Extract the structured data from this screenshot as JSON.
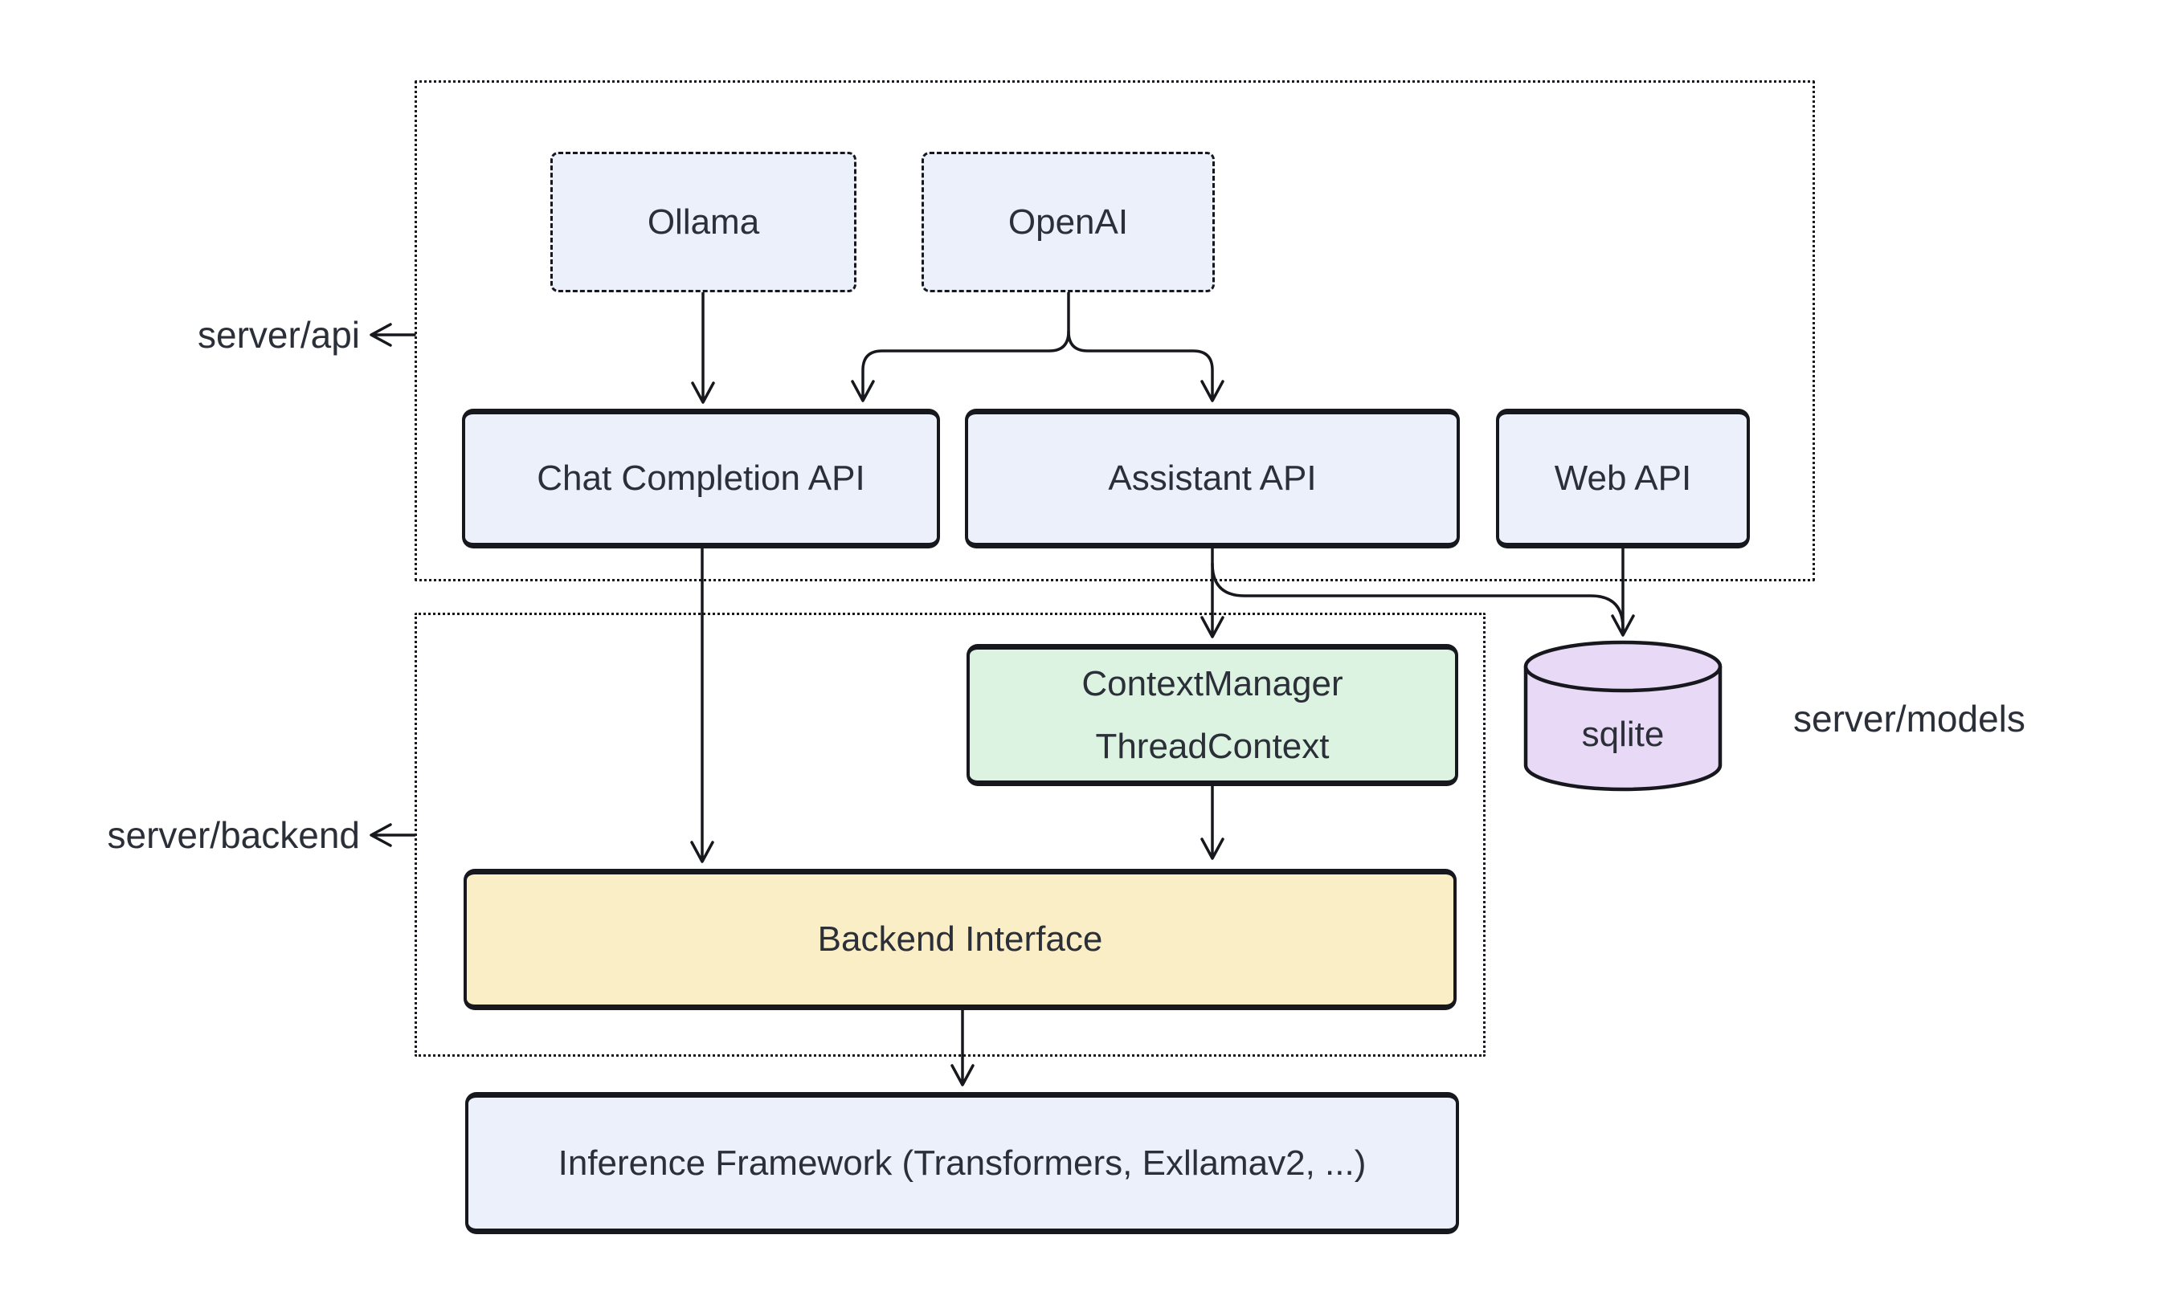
{
  "diagram": {
    "type": "architecture-flowchart",
    "colors": {
      "node_blue": "#ebf0fb",
      "node_green": "#ddf3e2",
      "node_yellow": "#faeec7",
      "node_purple": "#e8daf7",
      "stroke": "#16181d",
      "text": "#2b2f38",
      "background": "#ffffff"
    },
    "groups": [
      {
        "id": "server-api",
        "label": "server/api"
      },
      {
        "id": "server-backend",
        "label": "server/backend"
      }
    ],
    "side_labels": {
      "models": "server/models"
    },
    "nodes": [
      {
        "id": "ollama",
        "label": "Ollama",
        "style": "dashed-blue"
      },
      {
        "id": "openai",
        "label": "OpenAI",
        "style": "dashed-blue"
      },
      {
        "id": "chat-completion-api",
        "label": "Chat Completion API",
        "style": "blue"
      },
      {
        "id": "assistant-api",
        "label": "Assistant API",
        "style": "blue"
      },
      {
        "id": "web-api",
        "label": "Web API",
        "style": "blue"
      },
      {
        "id": "context-manager",
        "lines": [
          "ContextManager",
          "ThreadContext"
        ],
        "style": "green"
      },
      {
        "id": "sqlite",
        "label": "sqlite",
        "style": "purple-cylinder"
      },
      {
        "id": "backend-interface",
        "label": "Backend Interface",
        "style": "yellow"
      },
      {
        "id": "inference-framework",
        "label": "Inference Framework (Transformers, Exllamav2, ...)",
        "style": "blue"
      }
    ],
    "edges": [
      {
        "from": "Ollama",
        "to": "Chat Completion API"
      },
      {
        "from": "OpenAI",
        "to": "Chat Completion API"
      },
      {
        "from": "OpenAI",
        "to": "Assistant API"
      },
      {
        "from": "Chat Completion API",
        "to": "Backend Interface"
      },
      {
        "from": "Assistant API",
        "to": "ContextManager ThreadContext"
      },
      {
        "from": "Assistant API",
        "to": "sqlite"
      },
      {
        "from": "Web API",
        "to": "sqlite"
      },
      {
        "from": "ContextManager ThreadContext",
        "to": "Backend Interface"
      },
      {
        "from": "Backend Interface",
        "to": "Inference Framework (Transformers, Exllamav2, ...)"
      }
    ]
  }
}
